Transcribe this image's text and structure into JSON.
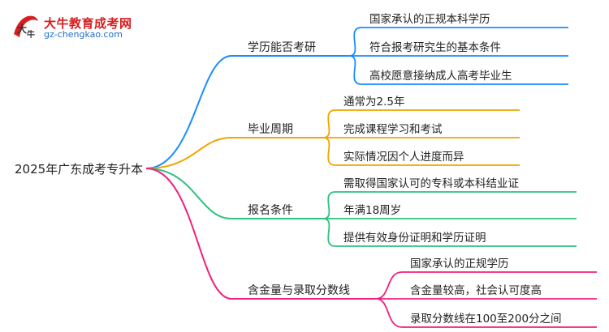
{
  "logo": {
    "title": "大牛教育成考网",
    "url": "gz-chengkao.com"
  },
  "root": "2025年广东成考专升本",
  "branches": [
    {
      "label": "学历能否考研",
      "color": "#1a8cff",
      "children": [
        "国家承认的正规本科学历",
        "符合报考研究生的基本条件",
        "高校愿意接纳成人高考毕业生"
      ]
    },
    {
      "label": "毕业周期",
      "color": "#f0a500",
      "children": [
        "通常为2.5年",
        "完成课程学习和考试",
        "实际情况因个人进度而异"
      ]
    },
    {
      "label": "报名条件",
      "color": "#2ec27e",
      "children": [
        "需取得国家认可的专科或本科结业证",
        "年满18周岁",
        "提供有效身份证明和学历证明"
      ]
    },
    {
      "label": "含金量与录取分数线",
      "color": "#f0207c",
      "children": [
        "国家承认的正规学历",
        "含金量较高，社会认可度高",
        "录取分数线在100至200分之间"
      ]
    }
  ]
}
